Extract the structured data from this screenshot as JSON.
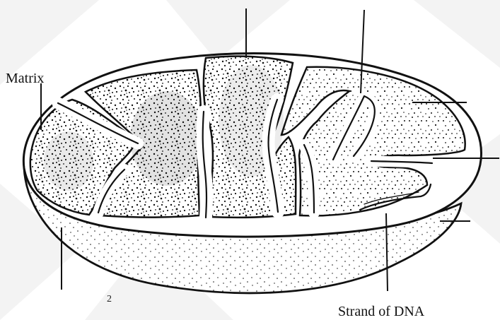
{
  "diagram": {
    "labels": {
      "matrix": "Matrix",
      "strand_of_dna": "Strand of DNA"
    },
    "page_number": "2",
    "colors": {
      "ink": "#111111",
      "background": "#ffffff",
      "watermark": "#f1f1f1"
    }
  }
}
